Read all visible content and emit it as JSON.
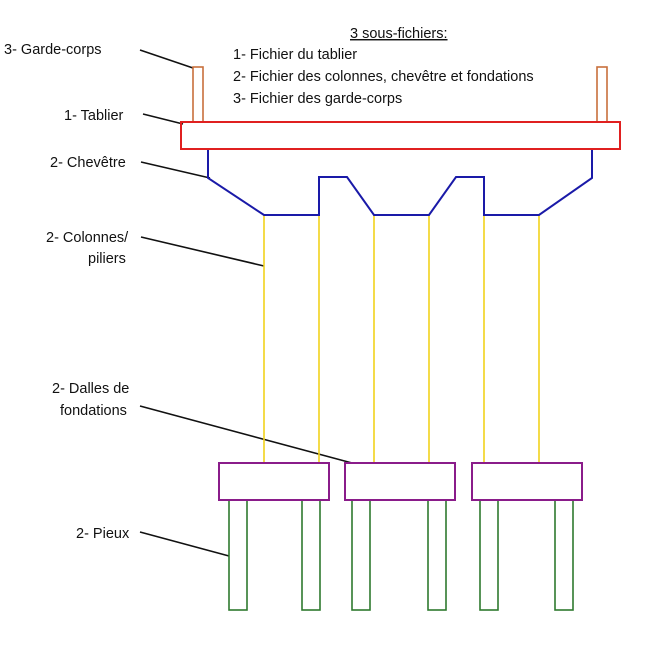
{
  "notes": {
    "title": "3 sous-fichiers:",
    "items": [
      "1- Fichier du tablier",
      "2- Fichier des colonnes, chevêtre et fondations",
      "3- Fichier des garde-corps"
    ]
  },
  "labels": {
    "garde_corps": "3- Garde-corps",
    "tablier": "1- Tablier",
    "chevetre": "2- Chevêtre",
    "colonnes_line1": "2- Colonnes/",
    "colonnes_line2": "piliers",
    "dalles_line1": "2- Dalles de",
    "dalles_line2": "fondations",
    "pieux": "2- Pieux"
  },
  "colors": {
    "garde_corps": "#c8703c",
    "tablier": "#e02020",
    "chevetre": "#1a1aa8",
    "colonnes": "#f2d21c",
    "dalles": "#8a1c8a",
    "pieux": "#2f7a2f",
    "leader": "#111111"
  }
}
